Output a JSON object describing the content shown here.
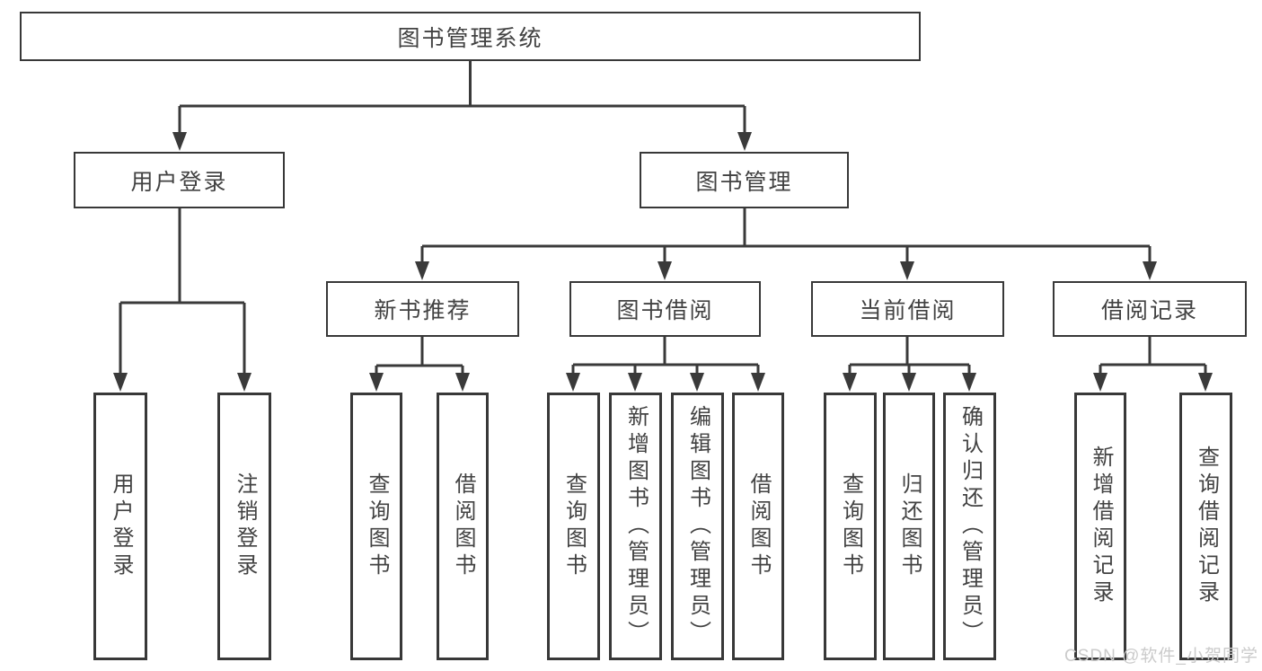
{
  "diagram": {
    "root": {
      "label": "图书管理系统"
    },
    "level2": [
      {
        "label": "用户登录"
      },
      {
        "label": "图书管理"
      }
    ],
    "level3": [
      {
        "label": "新书推荐"
      },
      {
        "label": "图书借阅"
      },
      {
        "label": "当前借阅"
      },
      {
        "label": "借阅记录"
      }
    ],
    "leaves": [
      "用户登录",
      "注销登录",
      "查询图书",
      "借阅图书",
      "查询图书",
      "新增图书（管理员）",
      "编辑图书（管理员）",
      "借阅图书",
      "查询图书",
      "归还图书",
      "确认归还（管理员）",
      "新增借阅记录",
      "查询借阅记录"
    ],
    "watermark": "CSDN @软件_小贺同学",
    "colors": {
      "line": "#3a3a3a",
      "text": "#424242",
      "background": "#ffffff",
      "watermark": "#cbcbcb"
    }
  }
}
